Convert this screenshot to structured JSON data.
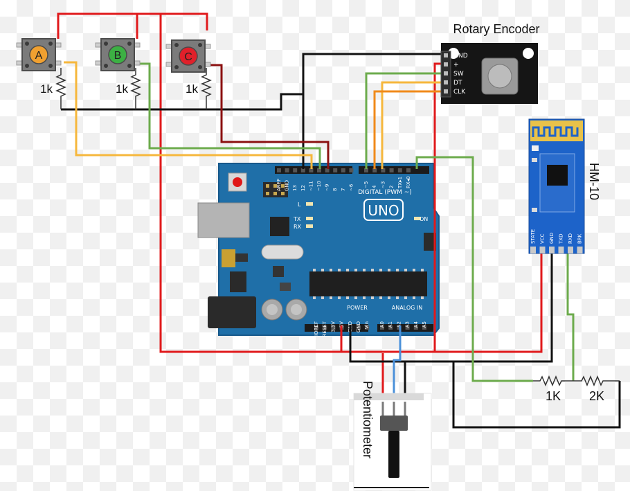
{
  "components": {
    "buttons": [
      {
        "letter": "A",
        "color": "#f0a030"
      },
      {
        "letter": "B",
        "color": "#3cb043"
      },
      {
        "letter": "C",
        "color": "#e0202a"
      }
    ],
    "pulldown_resistor_label": "1k",
    "encoder": {
      "title": "Rotary Encoder",
      "pins": [
        "GND",
        "+",
        "SW",
        "DT",
        "CLK"
      ]
    },
    "bluetooth": {
      "title": "HM-10",
      "pins": [
        "STATE",
        "VCC",
        "GND",
        "TXD",
        "RXD",
        "BRK"
      ]
    },
    "divider": {
      "r1": "1K",
      "r2": "2K"
    },
    "potentiometer": {
      "title": "Potentiometer"
    }
  },
  "arduino": {
    "model": "UNO",
    "digital_header": "DIGITAL (PWM ~)",
    "digital_pins": [
      "AREF",
      "GND",
      "13",
      "12",
      "~11",
      "~10",
      "~9",
      "8",
      "7",
      "~6",
      "~5",
      "4",
      "~3",
      "2",
      "TX▸1",
      "RX◂0"
    ],
    "power_header": "POWER",
    "power_pins": [
      "IOREF",
      "RESET",
      "3.3V",
      "5V",
      "GND",
      "GND",
      "Vin"
    ],
    "analog_header": "ANALOG IN",
    "analog_pins": [
      "A0",
      "A1",
      "A2",
      "A3",
      "A4",
      "A5"
    ],
    "led_labels": {
      "l": "L",
      "tx": "TX",
      "rx": "RX",
      "on": "ON"
    }
  },
  "wire_colors": {
    "red": "#e0191b",
    "black": "#111111",
    "yellow": "#f6b73c",
    "green": "#6cab4c",
    "darkred": "#8b1010",
    "orange": "#f08a1a",
    "blue": "#4a90d9"
  }
}
